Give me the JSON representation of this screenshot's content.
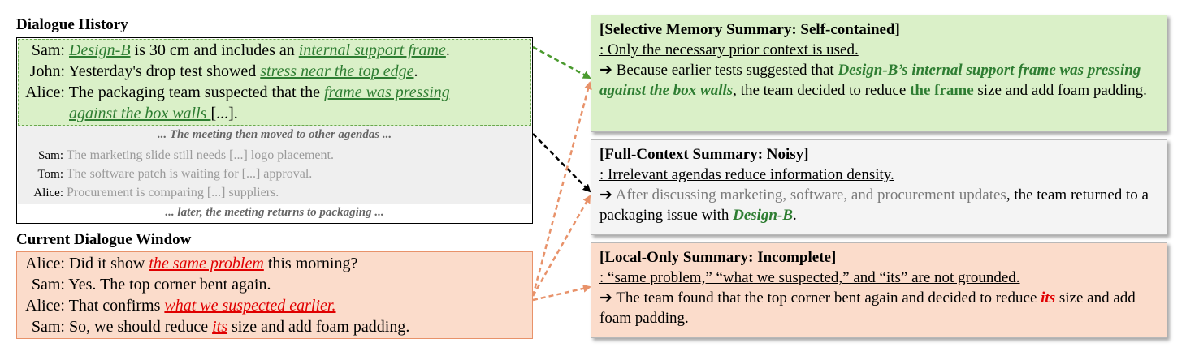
{
  "history": {
    "title": "Dialogue History",
    "highlight_lines": [
      {
        "speaker": "Sam:",
        "parts": [
          [
            "g",
            "Design-B"
          ],
          [
            "t",
            " is 30 cm and includes an "
          ],
          [
            "g",
            "internal support frame"
          ],
          [
            "t",
            "."
          ]
        ]
      },
      {
        "speaker": "John:",
        "parts": [
          [
            "t",
            "Yesterday's drop test showed "
          ],
          [
            "g",
            "stress near the top edge"
          ],
          [
            "t",
            "."
          ]
        ]
      },
      {
        "speaker": "Alice:",
        "parts": [
          [
            "t",
            "The packaging team suspected that the "
          ],
          [
            "g",
            "frame was pressing"
          ]
        ]
      },
      {
        "speaker": "",
        "parts": [
          [
            "g",
            "against the box walls "
          ],
          [
            "t",
            "[...]."
          ]
        ]
      }
    ],
    "separator_top": "... The meeting then moved to other agendas ...",
    "other_lines": [
      {
        "speaker": "Sam:",
        "text": "The marketing slide still needs [...] logo placement."
      },
      {
        "speaker": "Tom:",
        "text": "The software patch is waiting for [...] approval."
      },
      {
        "speaker": "Alice:",
        "text": "Procurement is comparing [...] suppliers."
      }
    ],
    "separator_bottom": "... later, the meeting returns to packaging ..."
  },
  "current": {
    "title": "Current Dialogue Window",
    "lines": [
      {
        "speaker": "Alice:",
        "parts": [
          [
            "t",
            "Did it show "
          ],
          [
            "r",
            "the same problem"
          ],
          [
            "t",
            " this morning?"
          ]
        ]
      },
      {
        "speaker": "Sam:",
        "parts": [
          [
            "t",
            "Yes. The top corner bent again."
          ]
        ]
      },
      {
        "speaker": "Alice:",
        "parts": [
          [
            "t",
            "That confirms "
          ],
          [
            "r",
            "what we suspected earlier."
          ]
        ]
      },
      {
        "speaker": "Sam:",
        "parts": [
          [
            "t",
            "So, we should reduce "
          ],
          [
            "r",
            "its"
          ],
          [
            "t",
            " size and add foam padding."
          ]
        ]
      }
    ]
  },
  "summaries": {
    "selective": {
      "heading": "[Selective Memory Summary: Self-contained]",
      "note": ": Only the necessary prior context is used.",
      "arrow": "➔",
      "body_1": " Because earlier tests suggested that ",
      "body_2": "Design-B’s internal support frame was pressing against the box walls",
      "body_3": ", the team decided to reduce ",
      "body_4": "the frame",
      "body_5": " size and add foam padding."
    },
    "full": {
      "heading": "[Full-Context Summary: Noisy]",
      "note": ": Irrelevant agendas reduce information density.",
      "arrow": "➔",
      "body_1": " After discussing marketing, software, and procurement updates",
      "body_2": ", the team returned to a packaging issue with ",
      "body_3": "Design-B",
      "body_4": "."
    },
    "local": {
      "heading": "[Local-Only Summary: Incomplete]",
      "note": ": “same problem,” “what we suspected,” and “its” are not grounded.",
      "arrow": "➔",
      "body_1": " The team found that the top corner bent again and decided to reduce ",
      "body_2": "its",
      "body_3": " size and add foam padding."
    }
  },
  "colors": {
    "green_fill": "#daf0c8",
    "green_text": "#2e7d32",
    "grey_fill": "#efefef",
    "orange_fill": "#fbdccb",
    "red_text": "#e00000",
    "arrow_green": "#4a9a2e",
    "arrow_orange": "#e8926a",
    "arrow_black": "#000000"
  }
}
